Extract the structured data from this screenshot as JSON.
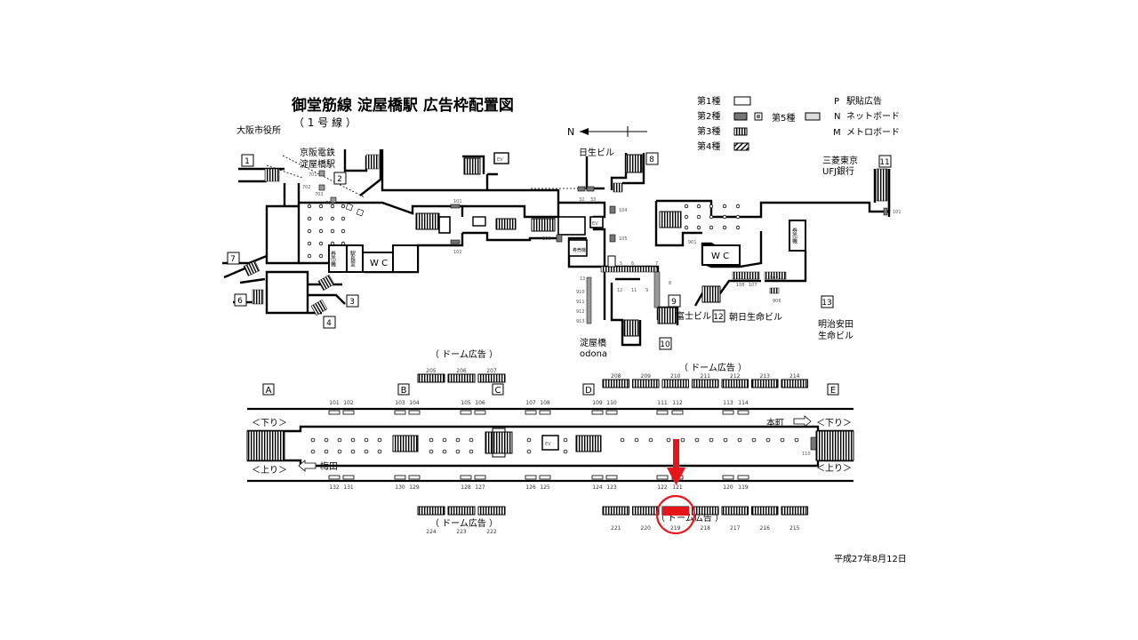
{
  "title": "御堂筋線  淀屋橋駅  広告枠配置図",
  "subtitle": "（  1 号 線  ）",
  "date": "平成27年8月12日",
  "north": "N",
  "legend": {
    "type1": "第1種",
    "type2": "第2種",
    "type3": "第3種",
    "type4": "第4種",
    "type5": "第5種",
    "p_key": "P",
    "p_label": "駅貼広告",
    "n_key": "N",
    "n_label": "ネットボード",
    "m_key": "M",
    "m_label": "メトロボード"
  },
  "places": {
    "osaka_city_hall": "大阪市役所",
    "keihan_1": "京阪電鉄",
    "keihan_2": "淀屋橋駅",
    "nissei": "日生ビル",
    "mufg_1": "三菱東京",
    "mufg_2": "UFJ銀行",
    "fuji": "富士ビル",
    "asahi": "朝日生命ビル",
    "meiji_1": "明治安田",
    "meiji_2": "生命ビル",
    "odona_1": "淀屋橋",
    "odona_2": "odona"
  },
  "facilities": {
    "wc": "W C",
    "ticket": "券売機",
    "stationmaster": "駅長室",
    "ev": "EV"
  },
  "exits": [
    "1",
    "2",
    "3",
    "4",
    "6",
    "7",
    "8",
    "9",
    "10",
    "11",
    "12",
    "13"
  ],
  "concourse_codes": {
    "c101": "101",
    "c102": "102",
    "c104": "104",
    "c105": "105",
    "c106": "106",
    "c5": "5",
    "c6": "6",
    "c7": "7",
    "c8": "8",
    "c9": "9",
    "c11": "11",
    "c12": "12",
    "c13": "13",
    "c32": "32",
    "c33": "33",
    "c910": "910",
    "c911": "911",
    "c912": "912",
    "c913": "913",
    "c901": "901",
    "c902": "902",
    "c906": "906",
    "c107": "107",
    "c108": "108",
    "c701": "701",
    "c702": "702",
    "c703": "703",
    "c704": "704",
    "c1011": "101"
  },
  "platform": {
    "sections": [
      "A",
      "B",
      "C",
      "D",
      "E"
    ],
    "dome_label": "（ ドーム広告 ）",
    "down_left": "＜下り＞",
    "down_right": "＜下り＞",
    "up_left": "＜上り＞",
    "up_right": "＜上り＞",
    "hommachi": "本町",
    "umeda": "梅田",
    "ev": "EV",
    "top_codes": [
      "101",
      "102",
      "103",
      "104",
      "105",
      "106",
      "107",
      "108",
      "109",
      "110",
      "111",
      "112",
      "113",
      "114"
    ],
    "bottom_codes": [
      "132",
      "131",
      "130",
      "129",
      "128",
      "127",
      "126",
      "125",
      "124",
      "123",
      "122",
      "121",
      "120",
      "119"
    ],
    "code_110_end": "110",
    "dome_top_left": [
      "205",
      "206",
      "207"
    ],
    "dome_top_right": [
      "208",
      "209",
      "210",
      "211",
      "212",
      "213",
      "214"
    ],
    "dome_bottom_left": [
      "224",
      "223",
      "222"
    ],
    "dome_bottom_right": [
      "221",
      "220",
      "219",
      "218",
      "217",
      "216",
      "215"
    ]
  },
  "highlight": {
    "target": "219",
    "color": "#e8141b"
  }
}
